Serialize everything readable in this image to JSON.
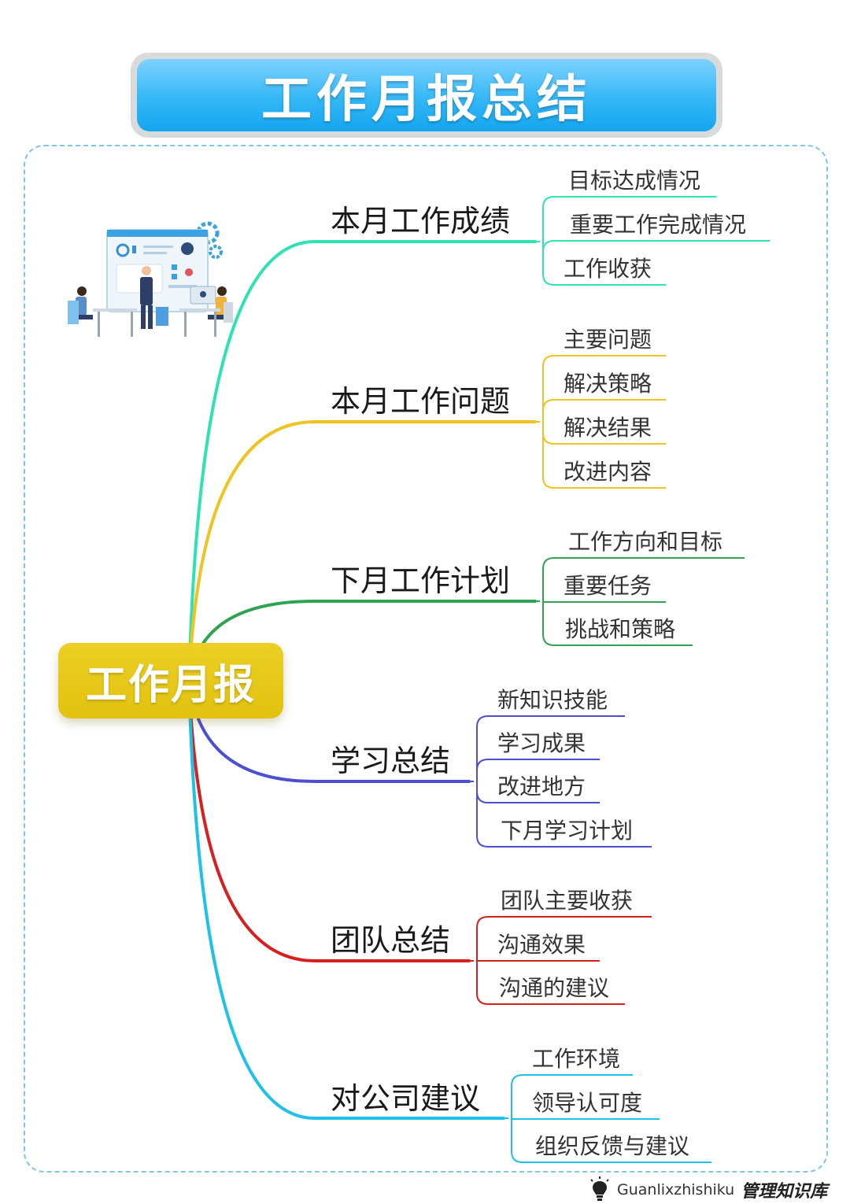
{
  "title": "工作月报总结",
  "center": "工作月报",
  "branches": [
    {
      "label": "本月工作成绩",
      "color": "#2ee3b1",
      "children": [
        "目标达成情况",
        "重要工作完成情况",
        "工作收获"
      ]
    },
    {
      "label": "本月工作问题",
      "color": "#efc321",
      "children": [
        "主要问题",
        "解决策略",
        "解决结果",
        "改进内容"
      ]
    },
    {
      "label": "下月工作计划",
      "color": "#2fa352",
      "children": [
        "工作方向和目标",
        "重要任务",
        "挑战和策略"
      ]
    },
    {
      "label": "学习总结",
      "color": "#4b4fd0",
      "children": [
        "新知识技能",
        "学习成果",
        "改进地方",
        "下月学习计划"
      ]
    },
    {
      "label": "团队总结",
      "color": "#d62020",
      "children": [
        "团队主要收获",
        "沟通效果",
        "沟通的建议"
      ]
    },
    {
      "label": "对公司建议",
      "color": "#1ec1e8",
      "children": [
        "工作环境",
        "领导认可度",
        "组织反馈与建议"
      ]
    }
  ],
  "footer": {
    "brand_en": "Guanlixzhishiku",
    "brand_cn": "管理知识库",
    "icon": "lightbulb-icon"
  }
}
